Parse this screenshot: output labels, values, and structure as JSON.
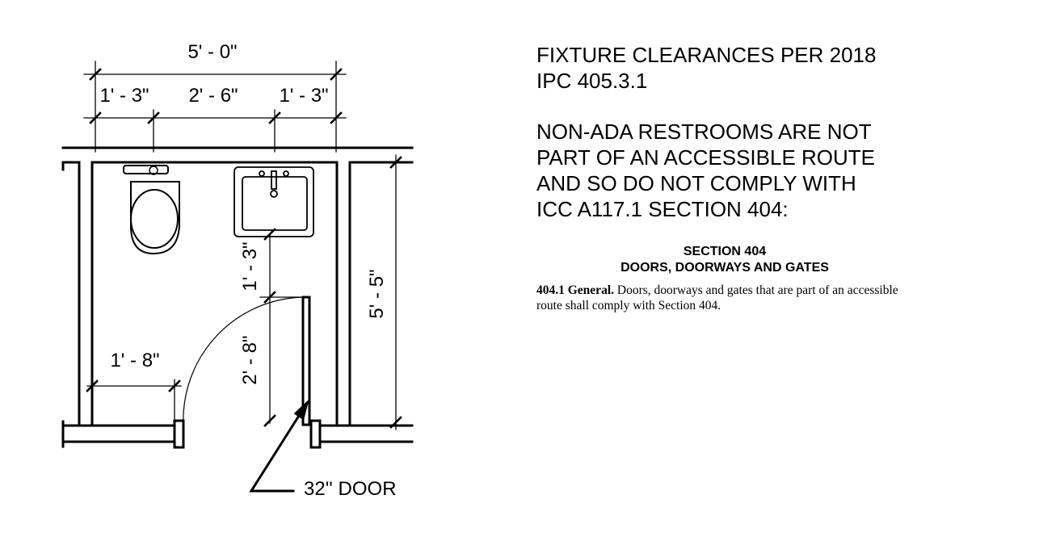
{
  "dimensions": {
    "overall_width": "5' - 0\"",
    "left_clear": "1' - 3\"",
    "center_clear": "2' - 6\"",
    "right_clear": "1' - 3\"",
    "room_depth": "5' - 5\"",
    "sink_to_door": "1' - 3\"",
    "door_width": "2' - 8\"",
    "wall_to_jamb": "1' - 8\""
  },
  "callout": {
    "door_label": "32'' DOOR"
  },
  "notes": {
    "fixture_clearances": "FIXTURE CLEARANCES PER 2018\nIPC 405.3.1",
    "non_ada": "NON-ADA RESTROOMS ARE NOT\nPART OF AN ACCESSIBLE ROUTE\nAND SO DO NOT COMPLY WITH\nICC A117.1 SECTION 404:"
  },
  "code_excerpt": {
    "title": "SECTION 404",
    "subtitle": "DOORS, DOORWAYS AND GATES",
    "paragraph_label": "404.1 General.",
    "paragraph_text": " Doors, doorways and gates that are part of an accessible route shall comply with Section 404."
  }
}
